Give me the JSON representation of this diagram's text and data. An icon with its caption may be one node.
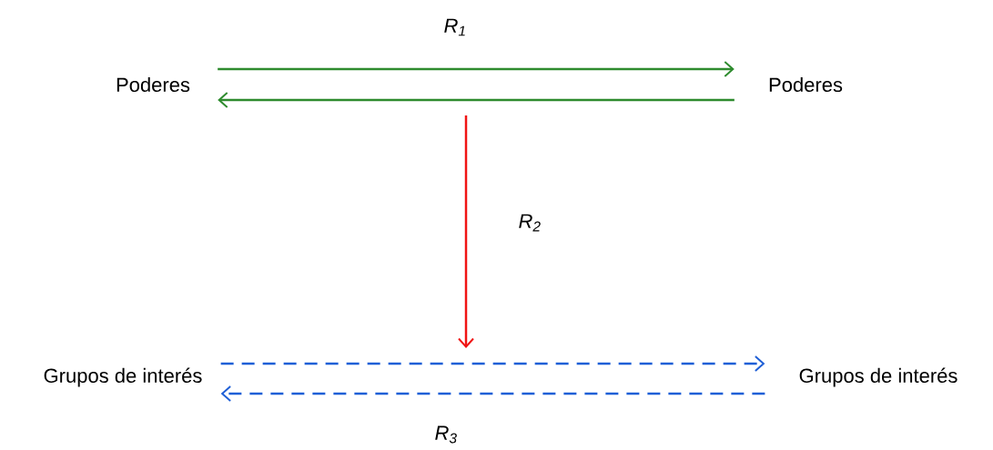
{
  "diagram": {
    "nodes": [
      {
        "text": [
          "Poderes"
        ]
      },
      {
        "text": [
          "Poderes"
        ]
      },
      {
        "text": [
          "Grupos de interés"
        ]
      },
      {
        "text": [
          "Grupos de interés"
        ]
      }
    ],
    "edges": [
      {
        "from": 0,
        "to": 1,
        "arrow": "to",
        "label": "R$_{1}$"
      },
      {
        "from": 1,
        "to": 0,
        "arrow": "to"
      },
      {
        "from": 2,
        "to": 3,
        "arrow": "to",
        "style": "dashed",
        "color": "#1f5fd6"
      },
      {
        "from": 3,
        "to": 2,
        "arrow": "to",
        "style": "dashed",
        "color": "#1f5fd6",
        "label": "R$_{3}$"
      }
    ],
    "labels": [
      "R$_{2}$"
    ]
  }
}
